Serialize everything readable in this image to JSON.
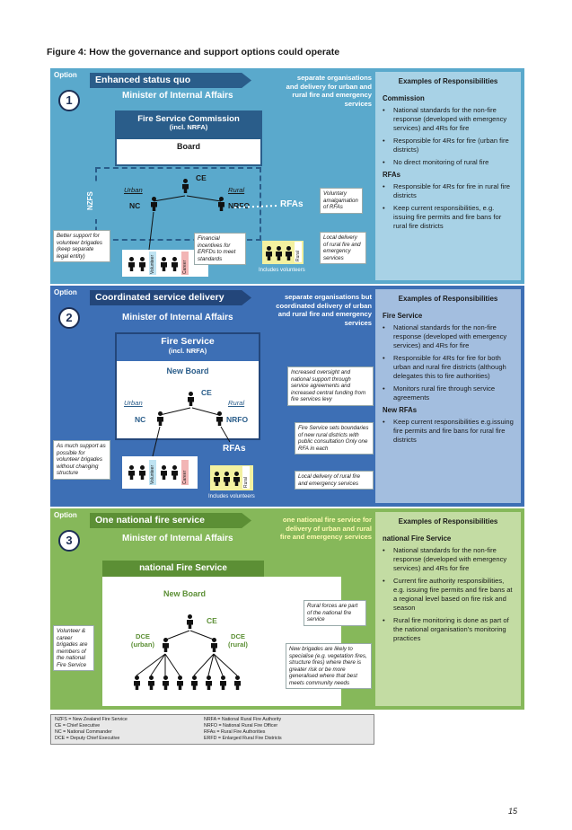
{
  "title": "Figure 4: How the governance and support options could operate",
  "page_number": "15",
  "option_label": "Option",
  "colors": {
    "option1": "#5aa9cc",
    "option2": "#3d6fb5",
    "option3": "#86b85a",
    "dark": "#2a5d8a"
  },
  "option1": {
    "number": "1",
    "heading": "Enhanced status quo",
    "minister": "Minister of Internal Affairs",
    "right_note": "separate organisations and delivery for urban and rural fire and emergency services",
    "org_title": "Fire Service Commission",
    "org_sub": "(incl. NRFA)",
    "board": "Board",
    "ce": "CE",
    "nzfs": "NZFS",
    "urban": "Urban",
    "rural": "Rural",
    "nc": "NC",
    "nrfo": "NRFO",
    "rfas": "RFAs",
    "note_volunteer": "Better support for volunteer brigades (keep separate legal entity)",
    "note_incentives": "Financial incentives for ERFDs to meet standards",
    "note_amalgamation": "Voluntary amalgamation of RFAs",
    "note_local": "Local delivery of rural fire and emergency services",
    "includes_volunteers": "Includes volunteers",
    "tag_volunteer": "Volunteer",
    "tag_career": "Career",
    "tag_rural": "Rural",
    "resp_title": "Examples of Responsibilities",
    "sections": [
      {
        "heading": "Commission",
        "items": [
          "National standards for the non-fire response (developed with emergency services) and 4Rs for fire",
          "Responsible for 4Rs for fire (urban fire districts)",
          "No direct monitoring of rural fire"
        ]
      },
      {
        "heading": "RFAs",
        "items": [
          "Responsible for 4Rs for fire in rural fire districts",
          "Keep current responsibilities, e.g. issuing fire permits and fire bans for rural fire districts"
        ]
      }
    ]
  },
  "option2": {
    "number": "2",
    "heading": "Coordinated service delivery",
    "minister": "Minister of Internal Affairs",
    "right_note": "separate organisations but coordinated delivery of urban and rural fire and emergency services",
    "org_title": "Fire Service",
    "org_sub": "(incl. NRFA)",
    "board": "New Board",
    "ce": "CE",
    "urban": "Urban",
    "rural": "Rural",
    "nc": "NC",
    "nrfo": "NRFO",
    "rfas": "RFAs",
    "note_oversight": "Increased oversight and national support through service agreements and increased central funding from fire services levy",
    "note_boundaries": "Fire Service sets boundaries of new rural districts with public consultation Only one RFA in each",
    "note_local": "Local delivery of rural fire and emergency services",
    "note_support": "As much support as possible for volunteer brigades without changing structure",
    "includes_volunteers": "Includes volunteers",
    "tag_volunteer": "Volunteer",
    "tag_career": "Career",
    "tag_rural": "Rural",
    "resp_title": "Examples of Responsibilities",
    "sections": [
      {
        "heading": "Fire Service",
        "items": [
          "National standards for the non-fire response (developed with emergency services) and 4Rs for fire",
          "Responsible for 4Rs for fire for both urban and rural fire districts (although delegates this to fire authorities)",
          "Monitors rural fire through service agreements"
        ]
      },
      {
        "heading": "New RFAs",
        "items": [
          "Keep current responsibilities e.g.issuing fire permits and fire bans for rural fire districts"
        ]
      }
    ]
  },
  "option3": {
    "number": "3",
    "heading": "One national fire service",
    "minister": "Minister of Internal Affairs",
    "right_note": "one national fire service for delivery of urban and rural fire and emergency services",
    "org_title": "national Fire Service",
    "board": "New Board",
    "ce": "CE",
    "dce_urban": "DCE (urban)",
    "dce_rural": "DCE (rural)",
    "note_rural_forces": "Rural forces are part of the national fire service",
    "note_brigades": "New brigades are likely to specialise (e.g. vegetation fires, structure fires) where there is greater risk or be more generalised where that best meets community needs",
    "note_volunteer": "Volunteer & career brigades are members of the national Fire Service",
    "resp_title": "Examples of Responsibilities",
    "sections": [
      {
        "heading": "national Fire Service",
        "items": [
          "National standards for the non-fire response (developed with emergency services) and 4Rs for fire",
          "Current fire authority responsibilities, e.g. issuing fire permits and fire bans at a regional level based on fire risk and season",
          "Rural fire monitoring is done as part of the national organisation’s monitoring practices"
        ]
      }
    ]
  },
  "legend": {
    "left": [
      "NZFS = New Zealand Fire Service",
      "CE = Chief Executive",
      "NC = National Commander",
      "DCE = Deputy Chief Executive"
    ],
    "right": [
      "NRFA = National Rural Fire Authority",
      "NRFO = National Rural Fire Officer",
      "RFAs = Rural Fire Authorities",
      "ERFD = Enlarged Rural Fire Districts"
    ]
  }
}
